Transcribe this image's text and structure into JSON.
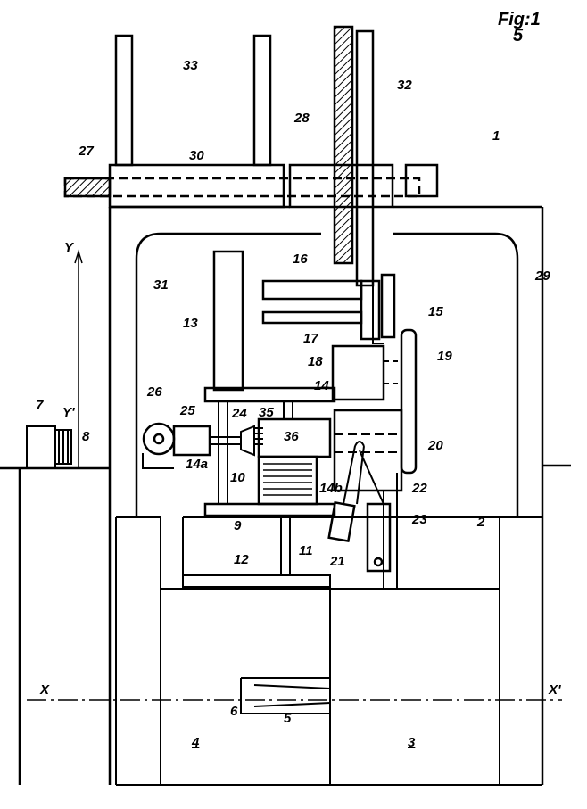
{
  "figure": {
    "title": "Fig:1",
    "sheet_mark": "5"
  },
  "axes": {
    "y_top": "Y",
    "y_bottom": "Y'",
    "x_left": "X",
    "x_right": "X'"
  },
  "labels": {
    "l1": "1",
    "l2": "2",
    "l3": "3",
    "l4": "4",
    "l5": "5",
    "l6": "6",
    "l7": "7",
    "l8": "8",
    "l9": "9",
    "l10": "10",
    "l11": "11",
    "l12": "12",
    "l13": "13",
    "l14": "14",
    "l14a": "14a",
    "l14b": "14b",
    "l15": "15",
    "l16": "16",
    "l17": "17",
    "l18": "18",
    "l19": "19",
    "l20": "20",
    "l21": "21",
    "l22": "22",
    "l23": "23",
    "l24": "24",
    "l25": "25",
    "l26": "26",
    "l27": "27",
    "l28": "28",
    "l29": "29",
    "l30": "30",
    "l31": "31",
    "l32": "32",
    "l33": "33",
    "l35": "35",
    "l36": "36"
  }
}
